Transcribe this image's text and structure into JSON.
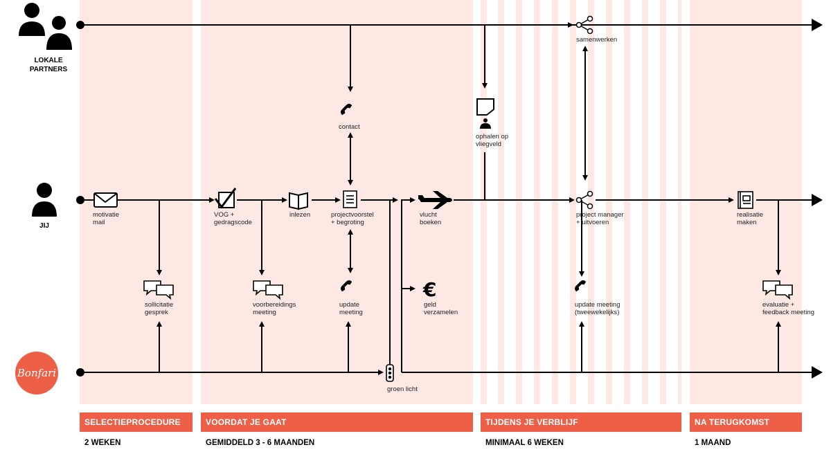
{
  "actors": {
    "partners_label": "LOKALE\nPARTNERS",
    "jij_label": "JIJ",
    "logo_text": "Bonfari"
  },
  "steps": {
    "samenwerken": "samenwerken",
    "contact": "contact",
    "ophalen": "ophalen op\nvliegveld",
    "motivatie": "motivatie\nmail",
    "vog": "VOG +\ngedragscode",
    "inlezen": "inlezen",
    "projectvoorstel": "projectvoorstel\n+ begroting",
    "vlucht": "vlucht\nboeken",
    "project_manager": "project manager\n+ uitvoeren",
    "realisatie": "realisatie\nmaken",
    "sollicitatie": "sollicitatie\ngesprek",
    "voorbereidings": "voorbereidings\nmeeting",
    "update_meeting": "update\nmeeting",
    "geld": "geld\nverzamelen",
    "update_tweewekelijks": "update meeting\n(tweewekelijks)",
    "evaluatie": "evaluatie +\nfeedback meeting",
    "groen_licht": "groen licht"
  },
  "phases": [
    {
      "name": "SELECTIEPROCEDURE",
      "duration": "2 WEKEN"
    },
    {
      "name": "VOORDAT JE GAAT",
      "duration": "GEMIDDELD 3 - 6 MAANDEN"
    },
    {
      "name": "TIJDENS JE VERBLIJF",
      "duration": "MINIMAAL 6 WEKEN"
    },
    {
      "name": "NA TERUGKOMST",
      "duration": "1 MAAND"
    }
  ],
  "colors": {
    "accent": "#ee5f47",
    "band": "#fde8e4",
    "line": "#000000"
  },
  "icons": [
    "people-icon",
    "person-icon",
    "share-icon",
    "phone-icon",
    "pickup-sign-icon",
    "mail-icon",
    "checkbox-icon",
    "book-icon",
    "document-icon",
    "airplane-icon",
    "chat-bubbles-icon",
    "euro-icon",
    "traffic-light-icon",
    "notebook-icon"
  ]
}
